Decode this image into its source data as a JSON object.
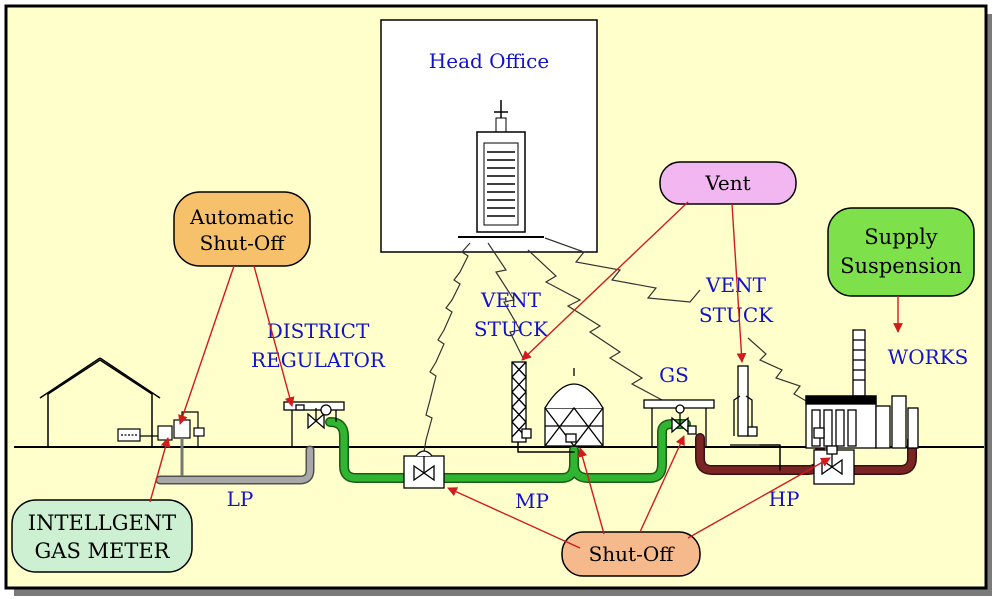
{
  "head_office": {
    "title": "Head Office"
  },
  "bubbles": {
    "automatic_shutoff": {
      "lines": [
        "Automatic",
        "Shut-Off"
      ],
      "color": "#f7c06a"
    },
    "vent": {
      "lines": [
        "Vent"
      ],
      "color": "#f2b6f0"
    },
    "supply_suspension": {
      "lines": [
        "Supply",
        "Suspension"
      ],
      "color": "#7ee04a"
    },
    "intelligent_gas_meter": {
      "lines": [
        "INTELLGENT",
        "GAS METER"
      ],
      "color": "#cdefd2"
    },
    "shutoff": {
      "lines": [
        "Shut-Off"
      ],
      "color": "#f5b98c"
    }
  },
  "labels": {
    "district_regulator": [
      "DISTRICT",
      "REGULATOR"
    ],
    "vent_stuck_left": [
      "VENT",
      "STUCK"
    ],
    "vent_stuck_right": [
      "VENT",
      "STUCK"
    ],
    "works": "WORKS",
    "gs": "GS",
    "lp": "LP",
    "mp": "MP",
    "hp": "HP"
  },
  "colors": {
    "background": "#ffffcc",
    "label_blue": "#1212c8",
    "arrow_red": "#d01c1c",
    "pipe_lp": "#a8a8a8",
    "pipe_mp": "#2fb52f",
    "pipe_hp": "#7a2424"
  }
}
